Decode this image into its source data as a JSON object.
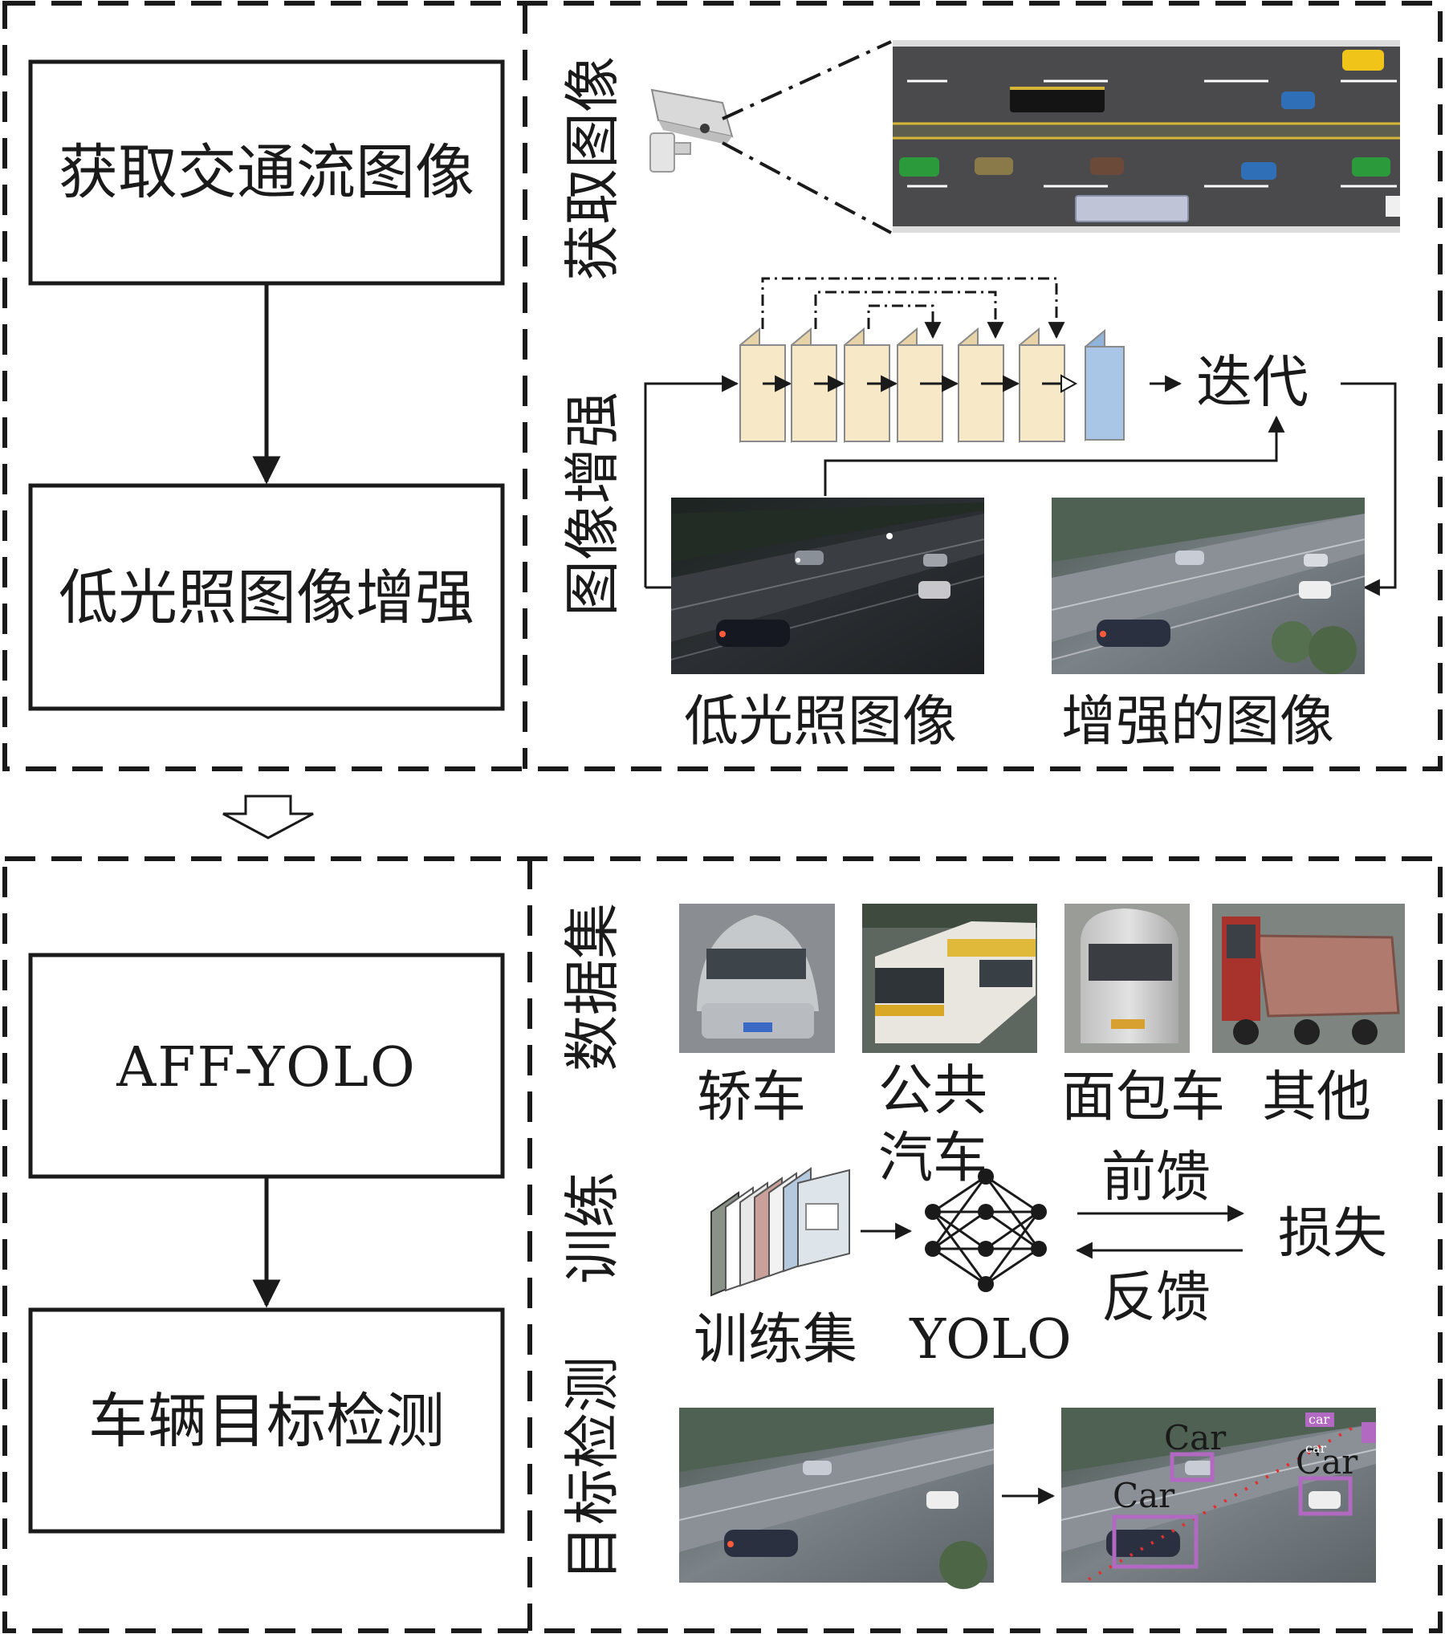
{
  "pipeline": {
    "step_acquire": "获取交通流图像",
    "step_enhance": "低光照图像增强",
    "step_model": "AFF-YOLO",
    "step_detect": "车辆目标检测"
  },
  "enhancement_panel": {
    "side_label_acquire": "获取图像",
    "side_label_enhance": "图像增强",
    "iterate_label": "迭代",
    "caption_low_light": "低光照图像",
    "caption_enhanced": "增强的图像"
  },
  "detection_panel": {
    "side_label_dataset": "数据集",
    "side_label_training": "训练",
    "side_label_detection": "目标检测",
    "classes": [
      "轿车",
      "公共汽车",
      "面包车",
      "其他"
    ],
    "bus_line1": "公共",
    "bus_line2": "汽车",
    "training_set_label": "训练集",
    "model_label": "YOLO",
    "feedforward_label": "前馈",
    "feedback_label": "反馈",
    "loss_label": "损失",
    "detection_box_label": "Car",
    "detection_box_label_small": "car"
  },
  "colors": {
    "line": "#1a1a1a",
    "layer_fill": "#f7e9c8",
    "layer_final": "#a9c6e6",
    "detection_box": "#b169c2",
    "road": "#4a4a4c",
    "trajectory": "#e03030"
  }
}
